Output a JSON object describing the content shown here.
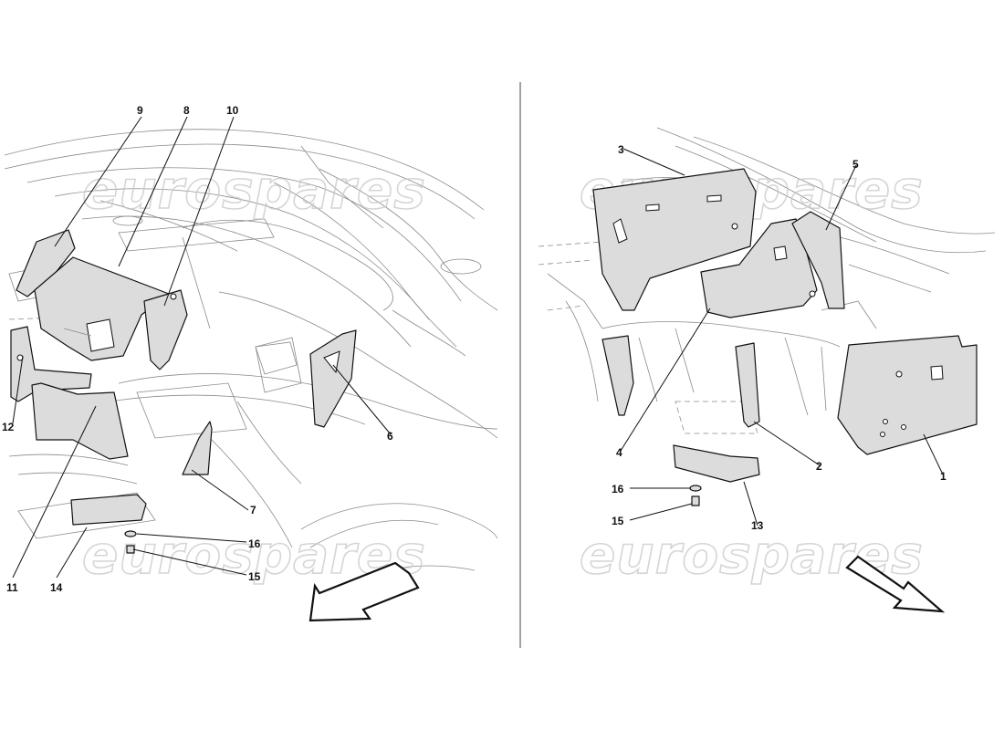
{
  "watermark": {
    "text": "eurospares",
    "color": "#c8c8c8"
  },
  "colors": {
    "part_fill": "#dcdcdc",
    "outline": "#111111",
    "background_lines": "#8a8a8a"
  },
  "left_diagram": {
    "callouts": [
      "9",
      "8",
      "10",
      "12",
      "6",
      "7",
      "11",
      "14",
      "16",
      "15"
    ]
  },
  "right_diagram": {
    "callouts": [
      "3",
      "5",
      "4",
      "2",
      "1",
      "16",
      "15",
      "13"
    ]
  }
}
